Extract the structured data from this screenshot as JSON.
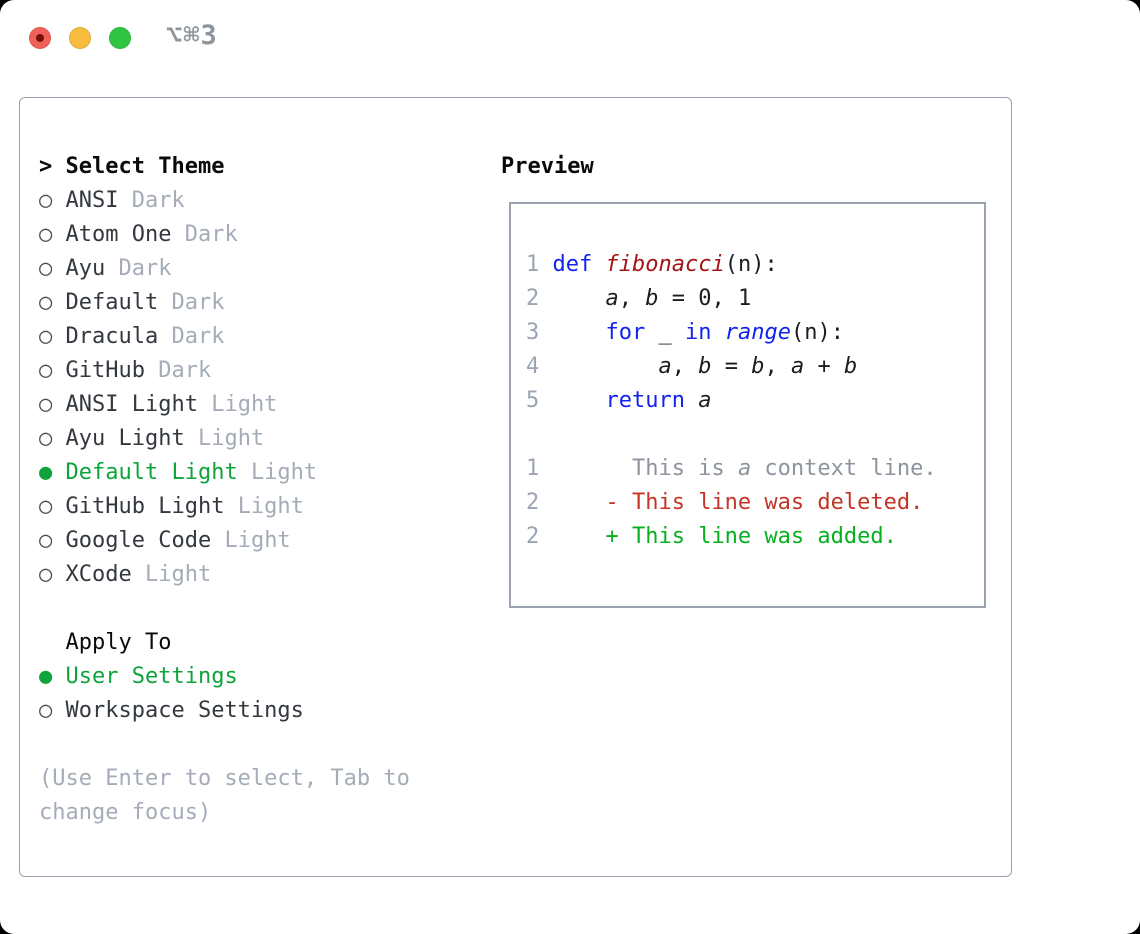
{
  "titlebar": {
    "hotkey": "⌥⌘3"
  },
  "panel": {
    "prompt": "> ",
    "title": "Select Theme",
    "radio_selected": "●",
    "radio_unselected": "○",
    "themes": [
      {
        "name": "ANSI",
        "variant": "Dark",
        "selected": false
      },
      {
        "name": "Atom One",
        "variant": "Dark",
        "selected": false
      },
      {
        "name": "Ayu",
        "variant": "Dark",
        "selected": false
      },
      {
        "name": "Default",
        "variant": "Dark",
        "selected": false
      },
      {
        "name": "Dracula",
        "variant": "Dark",
        "selected": false
      },
      {
        "name": "GitHub",
        "variant": "Dark",
        "selected": false
      },
      {
        "name": "ANSI Light",
        "variant": "Light",
        "selected": false
      },
      {
        "name": "Ayu Light",
        "variant": "Light",
        "selected": false
      },
      {
        "name": "Default Light",
        "variant": "Light",
        "selected": true
      },
      {
        "name": "GitHub Light",
        "variant": "Light",
        "selected": false
      },
      {
        "name": "Google Code",
        "variant": "Light",
        "selected": false
      },
      {
        "name": "XCode",
        "variant": "Light",
        "selected": false
      }
    ],
    "apply_to": {
      "title": "Apply To",
      "options": [
        {
          "label": "User Settings",
          "selected": true
        },
        {
          "label": "Workspace Settings",
          "selected": false
        }
      ]
    },
    "help_lines": [
      "(Use Enter to select, Tab to",
      "change focus)"
    ]
  },
  "preview": {
    "title": "Preview",
    "lines": [
      {
        "n": "1",
        "tokens": [
          [
            "kw",
            "def "
          ],
          [
            "fn i",
            "fibonacci"
          ],
          [
            "pl",
            "(n):"
          ]
        ]
      },
      {
        "n": "2",
        "tokens": [
          [
            "pl",
            "    "
          ],
          [
            "pl i",
            "a"
          ],
          [
            "pl",
            ", "
          ],
          [
            "pl i",
            "b"
          ],
          [
            "pl",
            " = 0, 1"
          ]
        ]
      },
      {
        "n": "3",
        "tokens": [
          [
            "pl",
            "    "
          ],
          [
            "kw",
            "for"
          ],
          [
            "pl",
            " _ "
          ],
          [
            "kw",
            "in"
          ],
          [
            "pl",
            " "
          ],
          [
            "kw i",
            "range"
          ],
          [
            "pl",
            "(n):"
          ]
        ]
      },
      {
        "n": "4",
        "tokens": [
          [
            "pl",
            "        "
          ],
          [
            "pl i",
            "a"
          ],
          [
            "pl",
            ", "
          ],
          [
            "pl i",
            "b"
          ],
          [
            "pl",
            " = "
          ],
          [
            "pl i",
            "b"
          ],
          [
            "pl",
            ", "
          ],
          [
            "pl i",
            "a"
          ],
          [
            "pl",
            " + "
          ],
          [
            "pl i",
            "b"
          ]
        ]
      },
      {
        "n": "5",
        "tokens": [
          [
            "pl",
            "    "
          ],
          [
            "kw",
            "return"
          ],
          [
            "pl",
            " "
          ],
          [
            "pl i",
            "a"
          ]
        ]
      },
      {
        "n": "",
        "tokens": []
      },
      {
        "n": "1",
        "tokens": [
          [
            "ctx",
            "      This is "
          ],
          [
            "ctx i",
            "a"
          ],
          [
            "ctx",
            " context line."
          ]
        ]
      },
      {
        "n": "2",
        "tokens": [
          [
            "del",
            "    - This line was deleted."
          ]
        ]
      },
      {
        "n": "2",
        "tokens": [
          [
            "add",
            "    + This line was added."
          ]
        ]
      }
    ]
  },
  "colors": {
    "kw": "#1323EE",
    "fn": "#A31515",
    "code": "#1A1D21",
    "linenum": "#9AA4B2",
    "ctx": "#8D949E",
    "del": "#C53527",
    "add": "#06B01F",
    "green": "#0EA43B",
    "ink": "#33383F",
    "muted": "#A4ACB8",
    "border": "#9AA3AF",
    "radio": "#474C54",
    "heading": "#0A0A0B",
    "hotkey": "#8E959D",
    "tl_red": "#F1615A",
    "tl_red_dot": "#7A1106",
    "tl_yellow": "#F6BD3E",
    "tl_green": "#31C544"
  }
}
